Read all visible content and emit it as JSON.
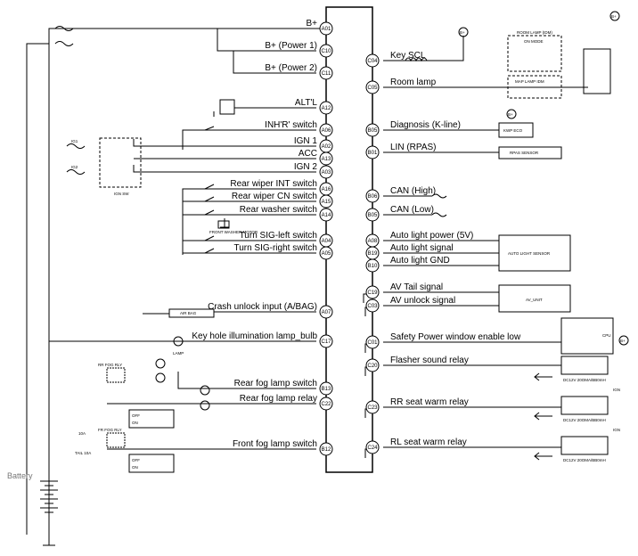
{
  "battery_label": "Battery",
  "left_pins": [
    {
      "pin": "A01",
      "label": "B+"
    },
    {
      "pin": "C10",
      "label": "B+ (Power 1)"
    },
    {
      "pin": "C11",
      "label": "B+ (Power 2)"
    },
    {
      "pin": "A12",
      "label": "ALT'L"
    },
    {
      "pin": "A06",
      "label": "INH'R' switch"
    },
    {
      "pin": "A02",
      "label": "IGN 1"
    },
    {
      "pin": "A13",
      "label": "ACC"
    },
    {
      "pin": "A03",
      "label": "IGN 2"
    },
    {
      "pin": "A16",
      "label": "Rear wiper INT switch"
    },
    {
      "pin": "A15",
      "label": "Rear wiper CN switch"
    },
    {
      "pin": "A14",
      "label": "Rear washer switch"
    },
    {
      "pin": "A04",
      "label": "Turn SIG-left switch"
    },
    {
      "pin": "A05",
      "label": "Turn SIG-right switch"
    },
    {
      "pin": "A07",
      "label": "Crash unlock input (A/BAG)"
    },
    {
      "pin": "C17",
      "label": "Key hole illumination lamp_bulb"
    },
    {
      "pin": "B13",
      "label": "Rear fog lamp switch"
    },
    {
      "pin": "C22",
      "label": "Rear fog lamp relay"
    },
    {
      "pin": "B12",
      "label": "Front fog lamp switch"
    }
  ],
  "right_pins": [
    {
      "pin": "C04",
      "label": "Key SCL"
    },
    {
      "pin": "C05",
      "label": "Room lamp"
    },
    {
      "pin": "B05",
      "label": "Diagnosis (K-line)"
    },
    {
      "pin": "B01",
      "label": "LIN (RPAS)"
    },
    {
      "pin": "B06",
      "label": "CAN (High)"
    },
    {
      "pin": "B05",
      "label": "CAN (Low)"
    },
    {
      "pin": "A08",
      "label": "Auto light power (5V)"
    },
    {
      "pin": "B19",
      "label": "Auto light signal"
    },
    {
      "pin": "B10",
      "label": "Auto light GND"
    },
    {
      "pin": "C19",
      "label": "AV Tail signal"
    },
    {
      "pin": "C03",
      "label": "AV unlock signal"
    },
    {
      "pin": "C01",
      "label": "Safety Power window enable low"
    },
    {
      "pin": "C20",
      "label": "Flasher sound relay"
    },
    {
      "pin": "C23",
      "label": "RR seat warm relay"
    },
    {
      "pin": "C24",
      "label": "RL seat warm relay"
    }
  ],
  "components": {
    "ign_sw": "IGN SW",
    "ig1": "IG1",
    "ig2": "IG2",
    "front_washer_motor": "FRONT WASHER MOTOR",
    "air_bag": "AIR BAG",
    "lamp": "LAMP",
    "rr_fog_rly": "RR FOG RLY",
    "fr_fog_rly": "FR FOG RLY",
    "tail_10a": "TAIL 10A",
    "fuse_10a": "10A",
    "off": "OFF",
    "on": "ON",
    "room_lamp_box": "ROOM LAMP (IDM)",
    "on_mode": "ON MODE",
    "map_lamp_box": "MAP LAMP IDM",
    "ignt": "IGNT",
    "kwpeco": "KWP ECO",
    "rpas_sensor": "RPAS SENSOR",
    "auto_light_sensor": "AUTO LIGHT SENSOR",
    "av_unit": "AV_UNIT",
    "cpu": "CPU",
    "seat_warm_spec": "DC12V 20OMA/BB0mH",
    "bplus": "B+",
    "ign": "IGN"
  }
}
